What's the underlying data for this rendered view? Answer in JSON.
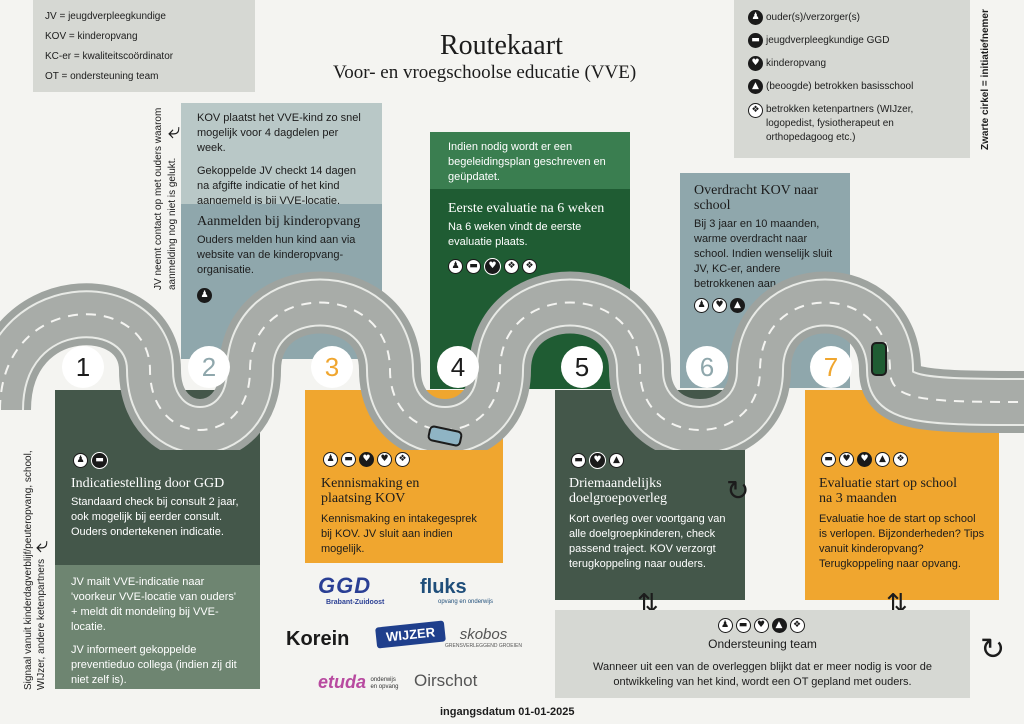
{
  "legend_abbr": [
    "JV = jeugdverpleegkundige",
    "KOV = kinderopvang",
    "KC-er = kwaliteitscoördinator",
    "OT = ondersteuning team"
  ],
  "title": "Routekaart",
  "subtitle": "Voor- en vroegschoolse educatie (VVE)",
  "legend_icons": [
    {
      "icon": "parent-icon",
      "label": "ouder(s)/verzorger(s)"
    },
    {
      "icon": "nurse-cap-icon",
      "label": "jeugdverpleegkundige GGD"
    },
    {
      "icon": "heart-icon",
      "label": "kinderopvang"
    },
    {
      "icon": "graduation-cap-icon",
      "label": "(beoogde) betrokken basisschool"
    },
    {
      "icon": "handshake-icon",
      "label": "betrokken ketenpartners (WIJzer, logopedist, fysiotherapeut en orthopedagoog etc.)"
    }
  ],
  "initiator_note": "Zwarte cirkel = initiatiefnemer",
  "steps": {
    "s1": {
      "num": "1",
      "title": "Indicatiestelling door GGD",
      "text": "Standaard check bij consult 2 jaar, ook mogelijk bij eerder consult. Ouders ondertekenen indicatie.",
      "extra1": "JV mailt VVE-indicatie naar 'voorkeur VVE-locatie van ouders' + meldt dit mondeling bij VVE-locatie.",
      "extra2": "JV informeert gekoppelde preventieduo collega (indien zij dit niet zelf is).",
      "side": "Signaal vanuit kinderdagverblijf/peuteropvang, school, WIJzer, andere ketenpartners"
    },
    "s2": {
      "num": "2",
      "top1": "KOV plaatst het VVE-kind zo snel mogelijk voor 4 dagdelen per week.",
      "top2": "Gekoppelde JV checkt 14 dagen na afgifte indicatie of het kind aangemeld is bij VVE-locatie.",
      "title": "Aanmelden bij kinderopvang",
      "text": "Ouders melden hun kind aan via website van de kinderopvang-organisatie.",
      "side": "JV neemt contact op met ouders waarom aanmelding nog niet is gelukt."
    },
    "s3": {
      "num": "3",
      "title": "Kennismaking en plaatsing KOV",
      "text": "Kennismaking en intakegesprek bij KOV. JV sluit aan indien mogelijk."
    },
    "s4": {
      "num": "4",
      "top": "Indien nodig wordt er een begeleidingsplan geschreven en geüpdatet.",
      "title": "Eerste evaluatie na 6 weken",
      "text": "Na 6 weken vindt de eerste evaluatie plaats."
    },
    "s5": {
      "num": "5",
      "title": "Driemaandelijks doelgroepoverleg",
      "text": "Kort overleg over voortgang van alle doelgroepkinderen, check passend traject. KOV verzorgt terugkoppeling naar ouders."
    },
    "s6": {
      "num": "6",
      "title": "Overdracht KOV naar school",
      "text": "Bij 3 jaar en 10 maanden, warme overdracht naar school. Indien wenselijk sluit JV, KC-er, andere betrokkenen aan."
    },
    "s7": {
      "num": "7",
      "title": "Evaluatie start op school na 3 maanden",
      "text": "Evaluatie hoe de start op school is verlopen. Bijzonderheden? Tips vanuit kinderopvang? Terugkoppeling naar opvang."
    }
  },
  "ot": {
    "title": "Ondersteuning team",
    "text": "Wanneer uit een van de overleggen blijkt dat er meer nodig is voor de ontwikkeling van het kind, wordt een OT gepland met ouders."
  },
  "logos": {
    "ggd": "GGD",
    "ggd_sub": "Brabant-Zuidoost",
    "fluks": "fluks",
    "fluks_sub": "opvang en onderwijs",
    "korein": "Korein",
    "wijzer": "WIJZER",
    "skobos": "skobos",
    "skobos_sub": "GRENSVERLEGGEND GROEIEN",
    "etuda": "etuda",
    "etuda_sub": "onderwijs en opvang",
    "oirschot": "Oirschot"
  },
  "footer": "ingangsdatum 01-01-2025",
  "colors": {
    "step1": "#44574a",
    "step2": "#8fa7ac",
    "step3": "#f0a62f",
    "step4": "#1f5c33",
    "step6": "#8fa7ac",
    "road": "#9ea39f",
    "legend": "#d6d8d3"
  }
}
